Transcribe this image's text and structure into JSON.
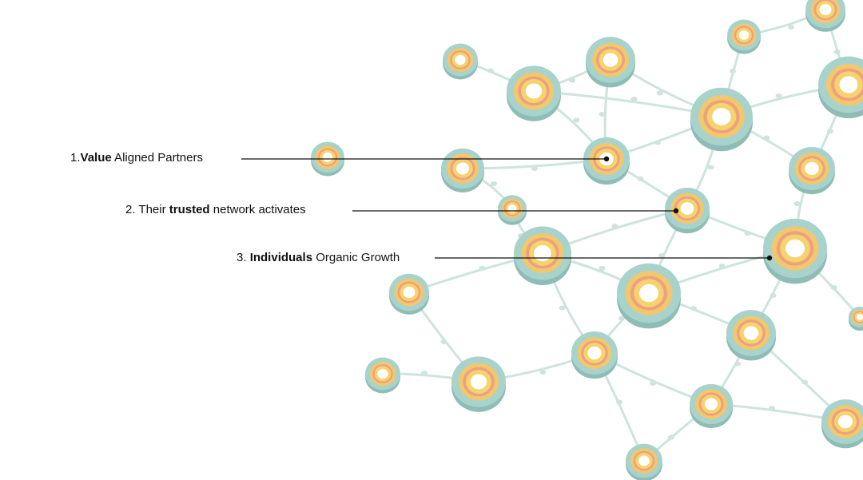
{
  "callouts": [
    {
      "number": "1.",
      "bold": "Value",
      "rest": " Aligned Partners"
    },
    {
      "number": "2. Their ",
      "bold": "trusted",
      "rest": " network activates"
    },
    {
      "number": "3. ",
      "bold": "Individuals",
      "rest": " Organic Growth"
    }
  ],
  "colors": {
    "node_side": "#8fbdb5",
    "node_top": "#a7d3cc",
    "ring_outer": "#f2c86e",
    "ring_mid": "#eea17e",
    "ring_inner": "#f5d36e",
    "center": "#ffffff",
    "link": "#cfe3df",
    "callout_line": "#111111"
  }
}
